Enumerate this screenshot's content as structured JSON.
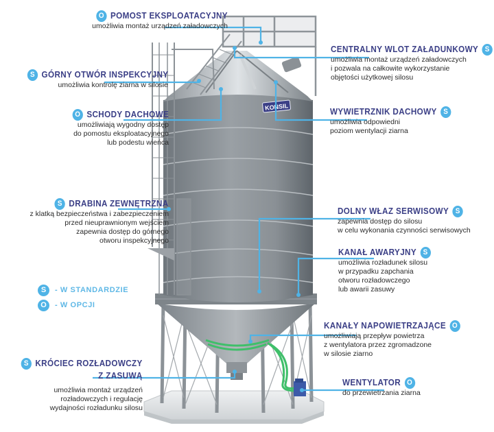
{
  "colors": {
    "title": "#3b3f86",
    "accent": "#4fb3e6",
    "leader_line": "#4fb3e6",
    "silo_body": "#8a9096",
    "pipe_green": "#3fbf6a",
    "fan_blue": "#3d5aa8"
  },
  "brand_plate": "KONSIL",
  "legend": {
    "items": [
      {
        "badge": "S",
        "label": "- W STANDARDZIE"
      },
      {
        "badge": "O",
        "label": "- W OPCJI"
      }
    ]
  },
  "callouts": {
    "pomost": {
      "badge": "O",
      "title": "POMOST EKSPLOATACYJNY",
      "desc": [
        "umożliwia montaż urządzeń załadowczych"
      ]
    },
    "gorny_otwor": {
      "badge": "S",
      "title": "GÓRNY OTWÓR INSPEKCYJNY",
      "desc": [
        "umożliwia kontrolę ziarna w silosie"
      ]
    },
    "schody": {
      "badge": "O",
      "title": "SCHODY DACHOWE",
      "desc": [
        "umożliwiają wygodny dostęp",
        "do pomostu eksploatacyjnego",
        "lub podestu wieńca"
      ]
    },
    "drabina": {
      "badge": "S",
      "title": "DRABINA ZEWNĘTRZNA",
      "desc": [
        "z klatką bezpieczeństwa i zabezpieczeniem",
        "przed nieuprawnionym wejściem",
        "zapewnia dostęp do górnego",
        "otworu inspekcyjnego"
      ]
    },
    "krociec": {
      "badge": "S",
      "title_lines": [
        "KRÓCIEC ROZŁADOWCZY",
        "Z ZASUWĄ"
      ],
      "desc": [
        "umożliwia montaż urządzeń",
        "rozładowczych i regulację",
        "wydajności rozładunku silosu"
      ]
    },
    "centralny_wlot": {
      "badge": "S",
      "title": "CENTRALNY WLOT ZAŁADUNKOWY",
      "desc": [
        "umożliwia montaż urządzeń załadowczych",
        "i pozwala na całkowite wykorzystanie",
        "objętości użytkowej silosu"
      ]
    },
    "wywietrznik": {
      "badge": "S",
      "title": "WYWIETRZNIK DACHOWY",
      "desc": [
        "umożliwia odpowiedni",
        "poziom wentylacji ziarna"
      ]
    },
    "dolny_wlaz": {
      "badge": "S",
      "title": "DOLNY WŁAZ SERWISOWY",
      "desc": [
        "zapewnia dostęp do silosu",
        "w celu wykonania czynności serwisowych"
      ]
    },
    "kanal_awaryjny": {
      "badge": "S",
      "title": "KANAŁ AWARYJNY",
      "desc": [
        "umożliwia rozładunek silosu",
        "w przypadku zapchania",
        "otworu rozładowczego",
        "lub awarii zasuwy"
      ]
    },
    "kanaly_napow": {
      "badge": "O",
      "title": "KANAŁY NAPOWIETRZAJĄCE",
      "desc": [
        "umożliwiają przepływ powietrza",
        "z wentylatora przez zgromadzone",
        "w silosie ziarno"
      ]
    },
    "wentylator": {
      "badge": "O",
      "title": "WENTYLATOR",
      "desc": [
        "do przewietrzania ziarna"
      ]
    }
  }
}
